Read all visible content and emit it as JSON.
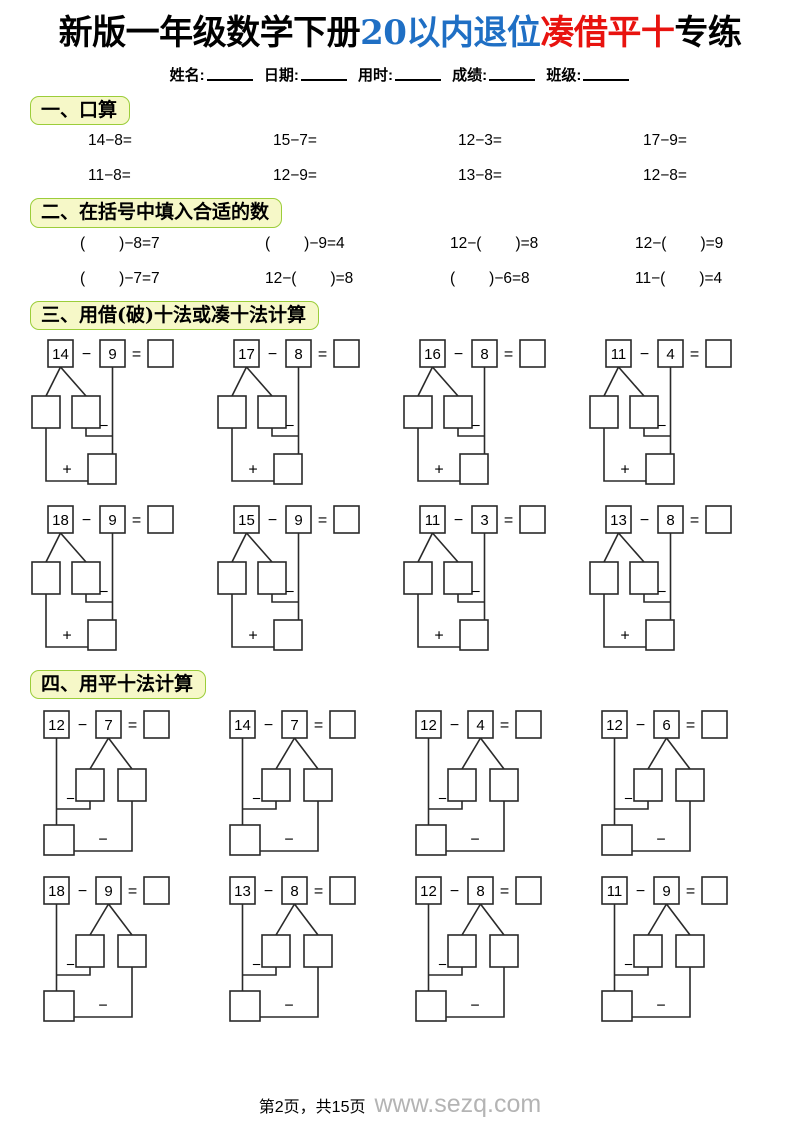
{
  "title": {
    "segments": [
      {
        "text": "新版一年级数学下册",
        "color": "#000000"
      },
      {
        "text": "20以内退位",
        "color": "#1f6fc4"
      },
      {
        "text": "凑借平十",
        "color": "#e8130f"
      },
      {
        "text": "专练",
        "color": "#000000"
      }
    ],
    "full_text": "新版一年级数学下册20以内退位凑借平十专练"
  },
  "info_fields": [
    {
      "label": "姓名:"
    },
    {
      "label": "日期:"
    },
    {
      "label": "用时:"
    },
    {
      "label": "成绩:"
    },
    {
      "label": "班级:"
    }
  ],
  "sections": [
    {
      "id": "section-1",
      "heading": "一、口算",
      "type": "oral",
      "rows": [
        [
          "14−8=",
          "15−7=",
          "12−3=",
          "17−9="
        ],
        [
          "11−8=",
          "12−9=",
          "13−8=",
          "12−8="
        ]
      ]
    },
    {
      "id": "section-2",
      "heading": "二、在括号中填入合适的数",
      "type": "fill-bracket",
      "rows": [
        [
          {
            "pre": "(",
            "post": ")−8=7"
          },
          {
            "pre": "(",
            "post": ")−9=4"
          },
          {
            "pre": "12−(",
            "post": ")=8"
          },
          {
            "pre": "12−(",
            "post": ")=9"
          }
        ],
        [
          {
            "pre": "(",
            "post": ")−7=7"
          },
          {
            "pre": "12−(",
            "post": ")=8"
          },
          {
            "pre": "(",
            "post": ")−6=8"
          },
          {
            "pre": "11−(",
            "post": ")=4"
          }
        ]
      ]
    },
    {
      "id": "section-3",
      "heading": "三、用借(破)十法或凑十法计算",
      "type": "diagram-borrow",
      "ops": {
        "top_minus": "−",
        "mid": "−",
        "bottom": "+",
        "equals": "="
      },
      "rows": [
        [
          {
            "minuend": "14",
            "subtrahend": "9"
          },
          {
            "minuend": "17",
            "subtrahend": "8"
          },
          {
            "minuend": "16",
            "subtrahend": "8"
          },
          {
            "minuend": "11",
            "subtrahend": "4"
          }
        ],
        [
          {
            "minuend": "18",
            "subtrahend": "9"
          },
          {
            "minuend": "15",
            "subtrahend": "9"
          },
          {
            "minuend": "11",
            "subtrahend": "3"
          },
          {
            "minuend": "13",
            "subtrahend": "8"
          }
        ]
      ]
    },
    {
      "id": "section-4",
      "heading": "四、用平十法计算",
      "type": "diagram-flat-ten",
      "ops": {
        "top_minus": "−",
        "mid": "−",
        "bottom": "−",
        "equals": "="
      },
      "rows": [
        [
          {
            "minuend": "12",
            "subtrahend": "7"
          },
          {
            "minuend": "14",
            "subtrahend": "7"
          },
          {
            "minuend": "12",
            "subtrahend": "4"
          },
          {
            "minuend": "12",
            "subtrahend": "6"
          }
        ],
        [
          {
            "minuend": "18",
            "subtrahend": "9"
          },
          {
            "minuend": "13",
            "subtrahend": "8"
          },
          {
            "minuend": "12",
            "subtrahend": "8"
          },
          {
            "minuend": "11",
            "subtrahend": "9"
          }
        ]
      ]
    }
  ],
  "footer": {
    "page_label": "第2页，共15页",
    "watermark": "www.sezq.com"
  },
  "colors": {
    "badge_fill": "#f6f8c8",
    "badge_border": "#9ccd3a",
    "title_blue": "#1f6fc4",
    "title_red": "#e8130f",
    "watermark": "#b4b4b4"
  }
}
